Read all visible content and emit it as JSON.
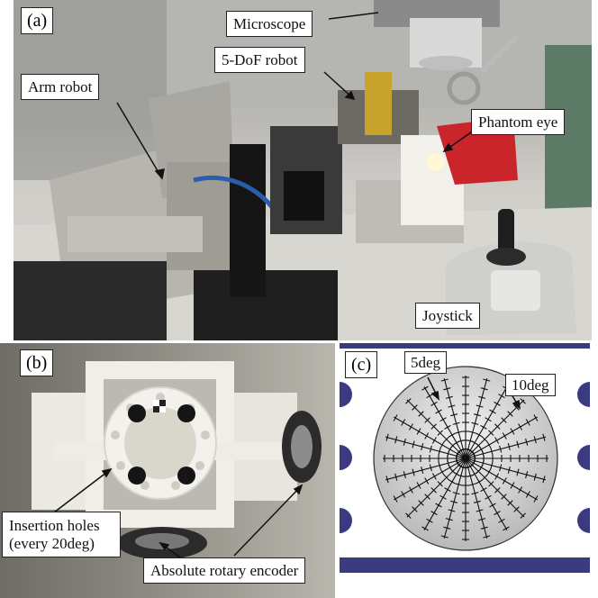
{
  "panels": {
    "a": {
      "letter": "(a)",
      "labels": {
        "microscope": "Microscope",
        "five_dof_robot": "5-DoF robot",
        "arm_robot": "Arm robot",
        "phantom_eye": "Phantom eye",
        "joystick": "Joystick"
      }
    },
    "b": {
      "letter": "(b)",
      "labels": {
        "insertion_holes_line1": "Insertion holes",
        "insertion_holes_line2": "(every 20deg)",
        "rotary_encoder": "Absolute rotary encoder"
      }
    },
    "c": {
      "letter": "(c)",
      "labels": {
        "five_deg": "5deg",
        "ten_deg": "10deg"
      }
    }
  },
  "colors": {
    "annotation_line": "#111111",
    "schematic_band": "#3a3a80",
    "schematic_hole": "#3a3a80",
    "phantom_gray": "#c8c8c8"
  }
}
